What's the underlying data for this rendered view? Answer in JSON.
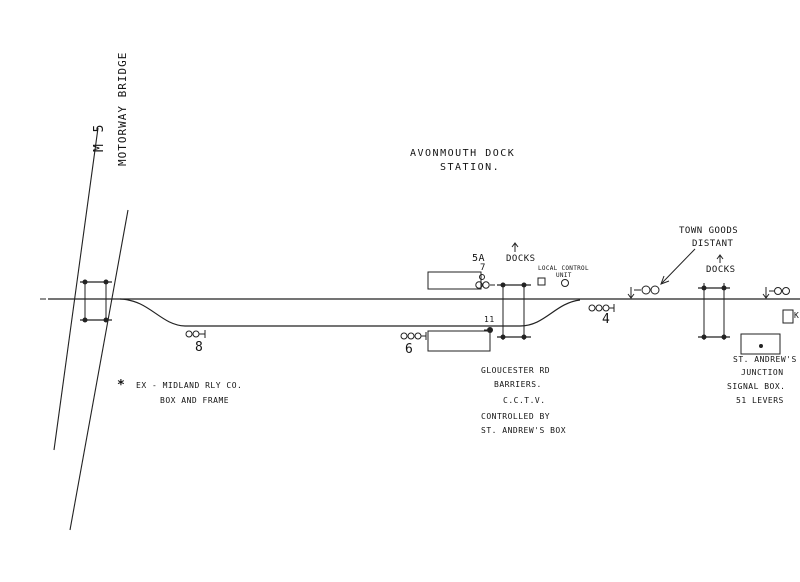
{
  "labels": {
    "motorway_m5": "M 5",
    "motorway_bridge": "MOTORWAY BRIDGE",
    "station_line1": "AVONMOUTH DOCK",
    "station_line2": "STATION.",
    "town_goods_line1": "TOWN GOODS",
    "town_goods_line2": "DISTANT",
    "docks_left": "DOCKS",
    "docks_right": "DOCKS",
    "signal_5a": "5A",
    "signal_7": "7",
    "signal_8": "8",
    "signal_6": "6",
    "signal_4": "4",
    "signal_11": "11",
    "local_control_line1": "LOCAL CONTROL",
    "local_control_line2": "UNIT",
    "ex_midland_line1": "EX - MIDLAND RLY CO.",
    "ex_midland_line2": "BOX AND FRAME",
    "asterisk": "*",
    "gloucester_line1": "GLOUCESTER RD",
    "gloucester_line2": "BARRIERS.",
    "cctv": "C.C.T.V.",
    "controlled_line1": "CONTROLLED BY",
    "controlled_line2": "ST. ANDREW'S BOX",
    "junction_line1": "ST. ANDREW'S",
    "junction_line2": "JUNCTION",
    "junction_line3": "SIGNAL BOX.",
    "junction_line4": "51 LEVERS",
    "edge_k": "K"
  }
}
